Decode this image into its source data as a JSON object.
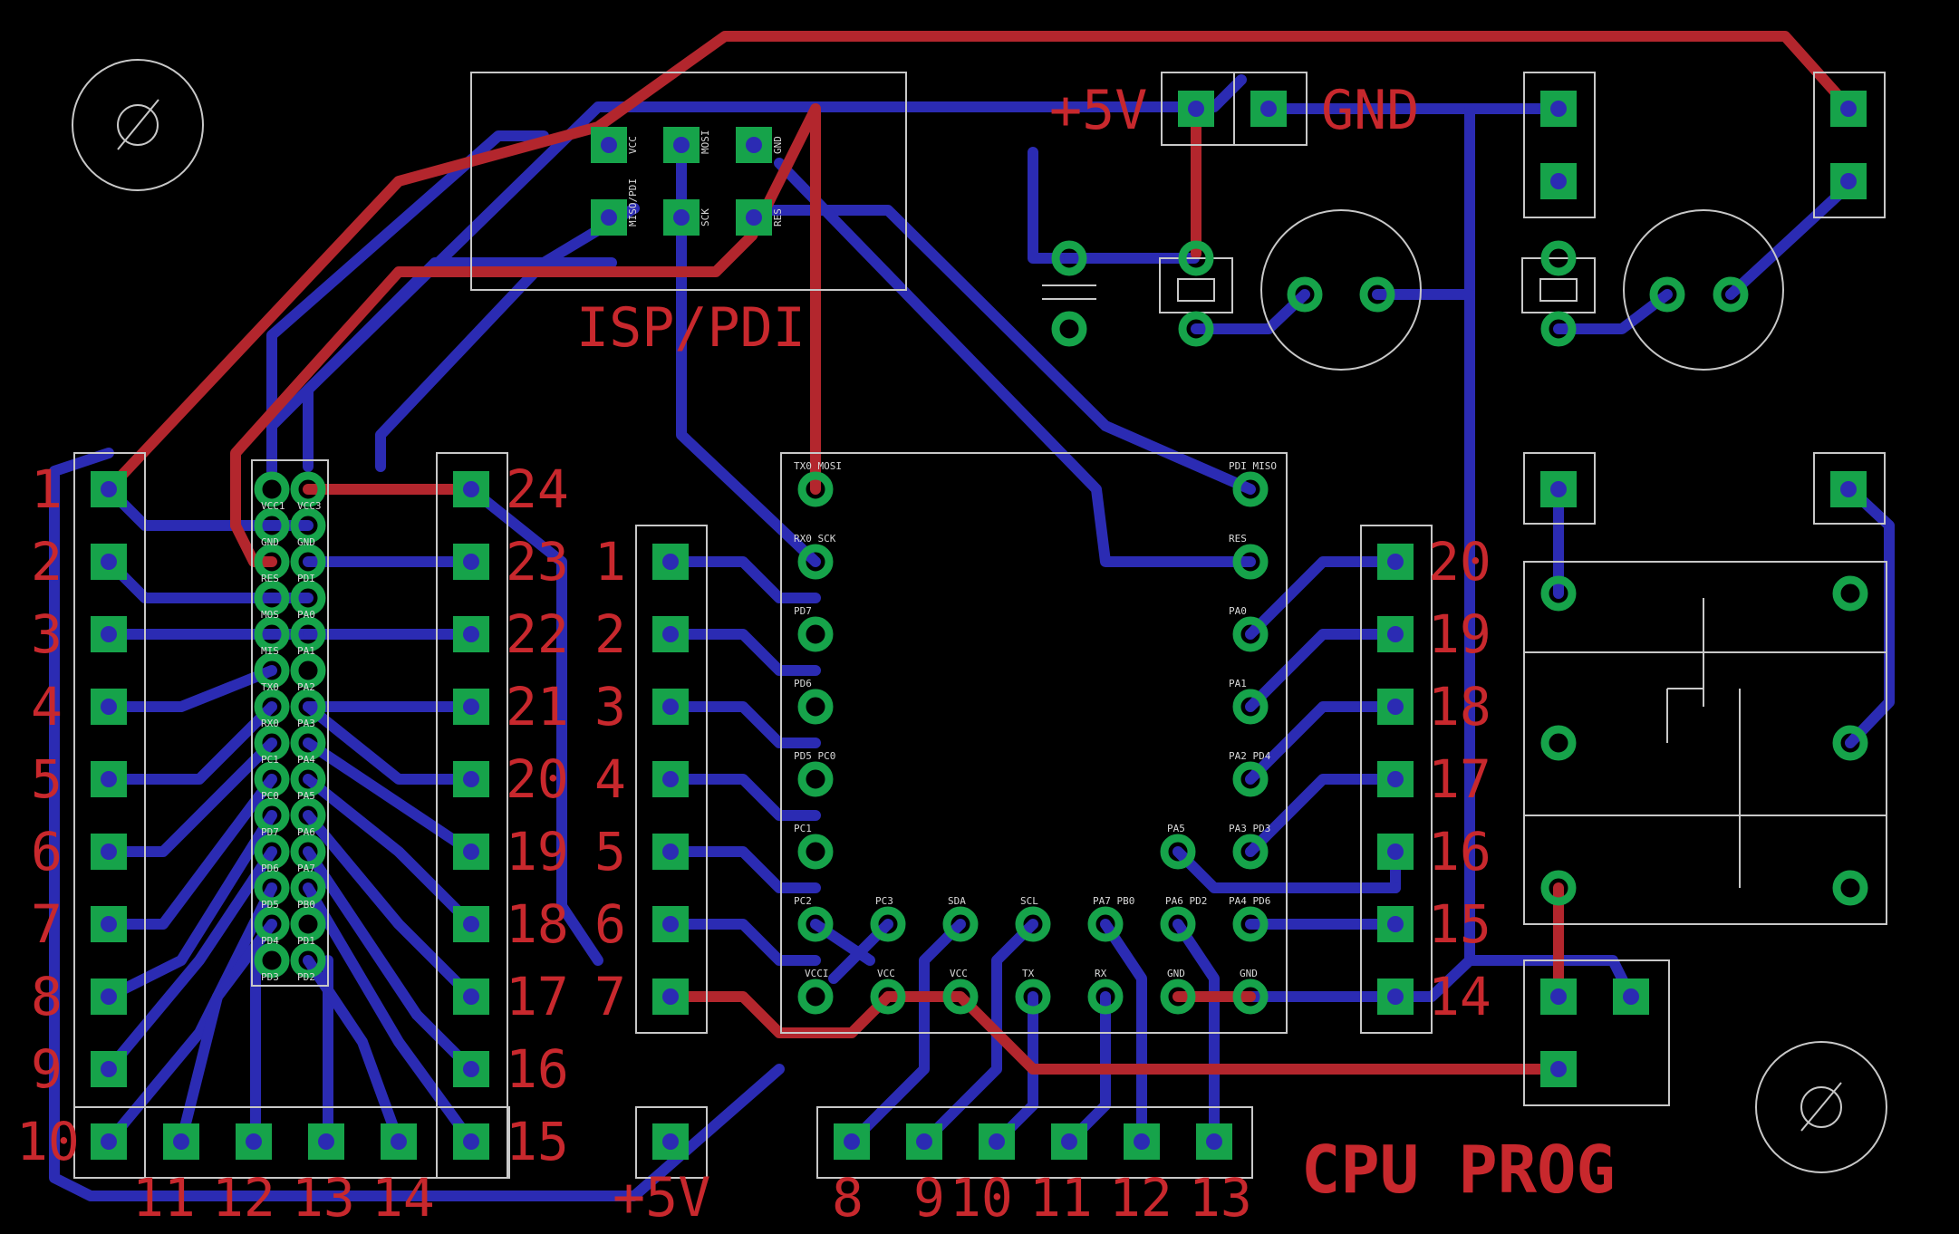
{
  "colors": {
    "background": "#000000",
    "bottom_trace": "#2b2bb3",
    "top_trace": "#b3262d",
    "pad": "#16a34a",
    "silkscreen": "#c8c8c8",
    "label": "#c8282d"
  },
  "labels": {
    "isp": "ISP/PDI",
    "plus5v_top": "+5V",
    "gnd_top": "GND",
    "plus5v_bottom": "+5V",
    "title": "CPU PROG"
  },
  "isp_pins": [
    "VCC",
    "MOSI",
    "GND",
    "MISO/PDI",
    "SCK",
    "RES"
  ],
  "left_header_numbers": [
    "1",
    "2",
    "3",
    "4",
    "5",
    "6",
    "7",
    "8",
    "9",
    "10"
  ],
  "bottom_left_numbers": [
    "11",
    "12",
    "13",
    "14"
  ],
  "right_col_numbers": [
    "24",
    "23",
    "22",
    "21",
    "20",
    "19",
    "18",
    "17",
    "16",
    "15"
  ],
  "mid_header_numbers": [
    "1",
    "2",
    "3",
    "4",
    "5",
    "6",
    "7"
  ],
  "right_header_numbers": [
    "20",
    "19",
    "18",
    "17",
    "16",
    "15",
    "14"
  ],
  "bottom_mid_numbers": [
    "8",
    "9",
    "10",
    "11",
    "12",
    "13"
  ],
  "dip_left_pins": [
    "VCC1",
    "GND",
    "RES",
    "MOS",
    "MIS",
    "TX0",
    "RX0",
    "PC1",
    "PC0",
    "PD7",
    "PD6",
    "PD5",
    "PD4",
    "PD3"
  ],
  "dip_right_pins": [
    "VCC3",
    "GND",
    "PDI",
    "PA0",
    "PA1",
    "PA2",
    "PA3",
    "PA4",
    "PA5",
    "PA6",
    "PA7",
    "PB0",
    "PD1",
    "PD2"
  ],
  "chip_left_pins": [
    "TX0 MOSI",
    "RX0 SCK",
    "PD7",
    "PD6",
    "PD5 PC0",
    "PC1",
    "PC2"
  ],
  "chip_bottom_pins": [
    "PC3",
    "SDA",
    "SCL",
    "PA7 PB0",
    "PA6 PD2"
  ],
  "chip_bottom_row": [
    "VCCI",
    "VCC",
    "VCC",
    "TX",
    "RX",
    "GND",
    "GND"
  ],
  "chip_right_pins": [
    "PDI MISO",
    "RES",
    "PA0",
    "PA1",
    "PA2 PD4",
    "PA3 PD3",
    "PA4 PD6",
    "PA5"
  ]
}
